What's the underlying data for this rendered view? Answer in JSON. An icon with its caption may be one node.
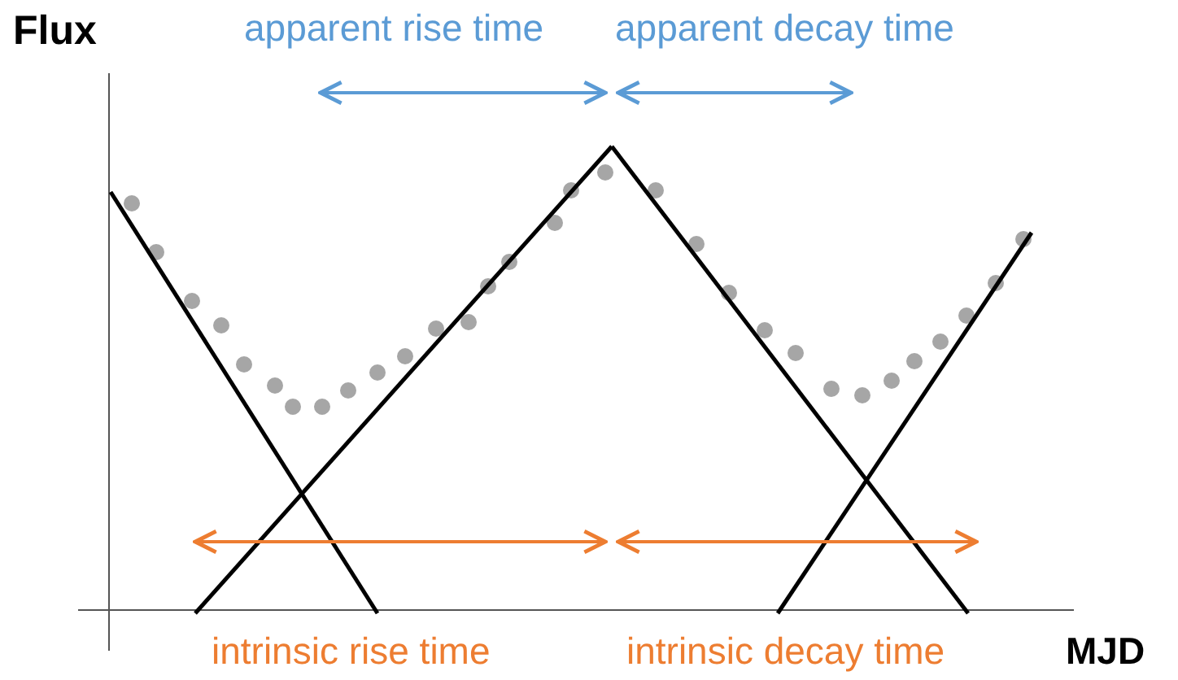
{
  "diagram": {
    "labels": [
      "Flux",
      "apparent rise time",
      "apparent decay time",
      "intrinsic rise time",
      "intrinsic decay time",
      "MJD"
    ]
  }
}
